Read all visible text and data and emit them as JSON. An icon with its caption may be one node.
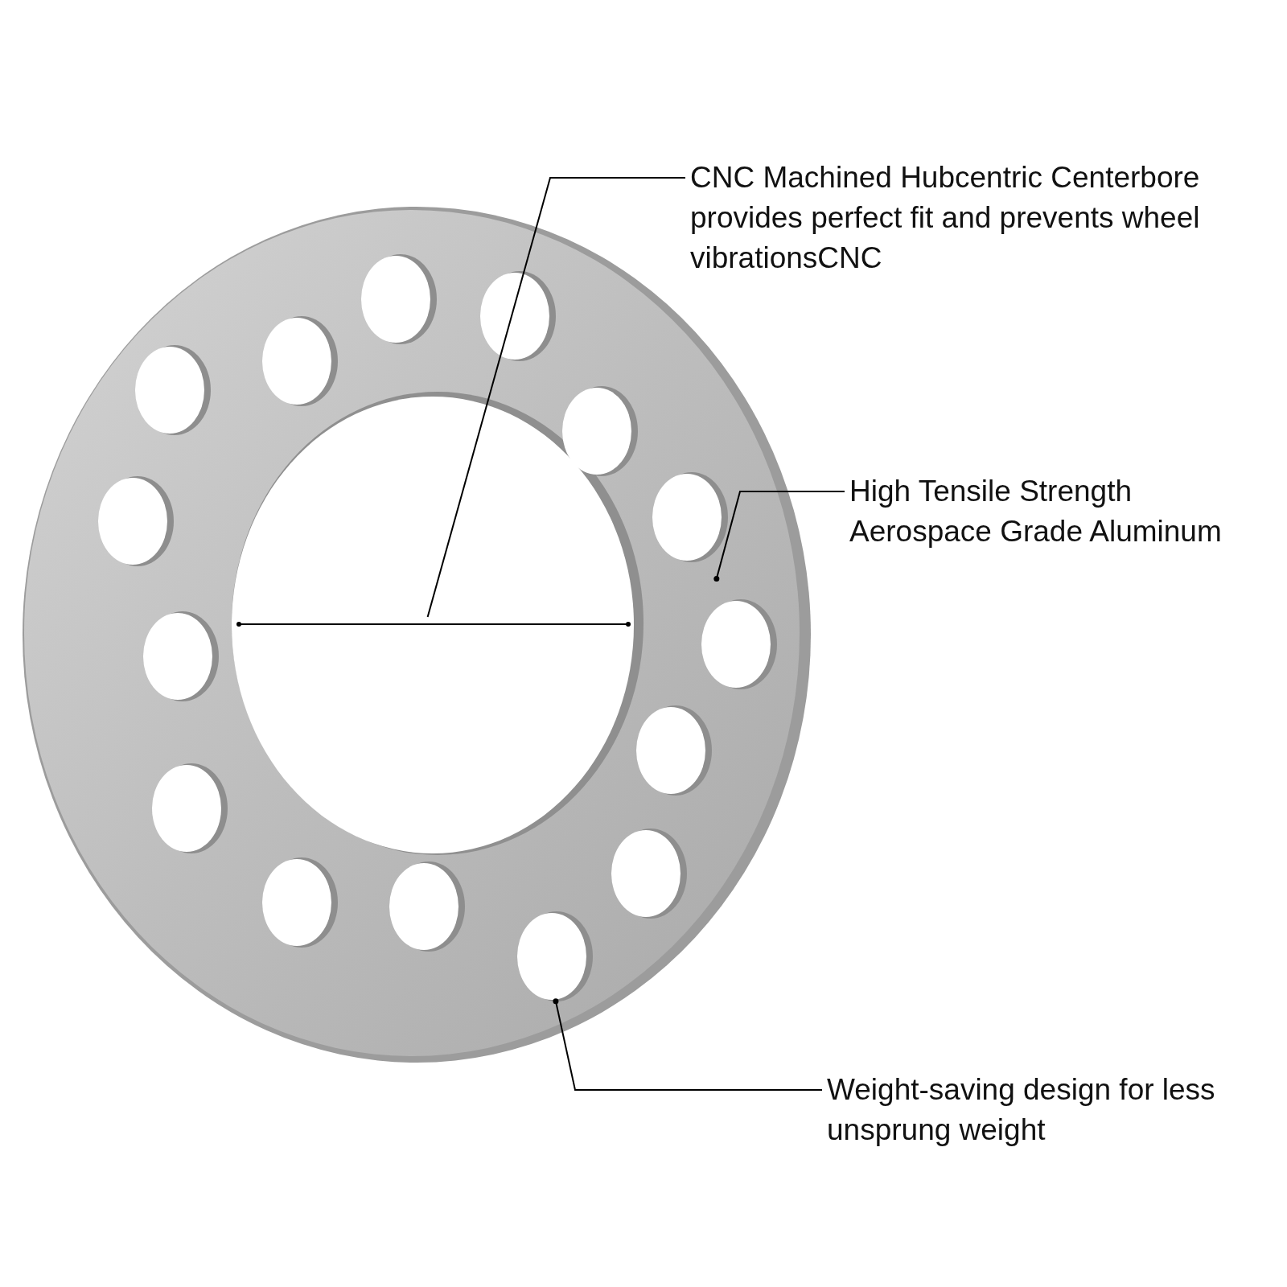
{
  "diagram": {
    "nodes": [
      {
        "text": [
          "CNC Machined Hubcentric Centerbore provides perfect fit and prevents wheel vibrationsCNC"
        ]
      },
      {
        "text": [],
        "shape": "picture"
      },
      {
        "text": [],
        "shape": "line",
        "in": 1
      },
      {
        "text": [
          "High Tensile Strength Aerospace Grade Aluminum"
        ]
      },
      {
        "text": [
          "Weight-saving design for less unsprung weight"
        ]
      },
      {
        "text": [],
        "shape": "circle",
        "in": 1
      },
      {
        "text": [],
        "shape": "circle",
        "in": 1
      },
      {
        "text": [],
        "shape": "circle",
        "in": 1
      },
      {
        "text": [],
        "shape": "circle",
        "in": 1
      },
      {
        "text": [],
        "shape": "circle",
        "in": 1
      },
      {
        "text": [],
        "shape": "circle",
        "in": 1
      },
      {
        "text": [],
        "shape": "circle",
        "in": 1
      },
      {
        "text": [],
        "shape": "circle",
        "in": 1
      },
      {
        "text": [],
        "shape": "circle",
        "in": 1
      },
      {
        "text": [],
        "shape": "circle",
        "in": 1
      },
      {
        "text": [],
        "shape": "circle",
        "in": 1
      },
      {
        "text": [],
        "shape": "circle",
        "in": 1
      },
      {
        "text": [],
        "shape": "circle",
        "in": 1
      },
      {
        "text": [],
        "shape": "circle",
        "in": 1
      },
      {
        "text": [],
        "shape": "circle",
        "in": 1
      }
    ],
    "edges": [
      {
        "from": 0,
        "to": 2,
        "arrow": "none"
      },
      {
        "from": 3,
        "to": 1,
        "arrow": "other"
      },
      {
        "from": 4,
        "to": 19,
        "arrow": "other"
      }
    ]
  }
}
